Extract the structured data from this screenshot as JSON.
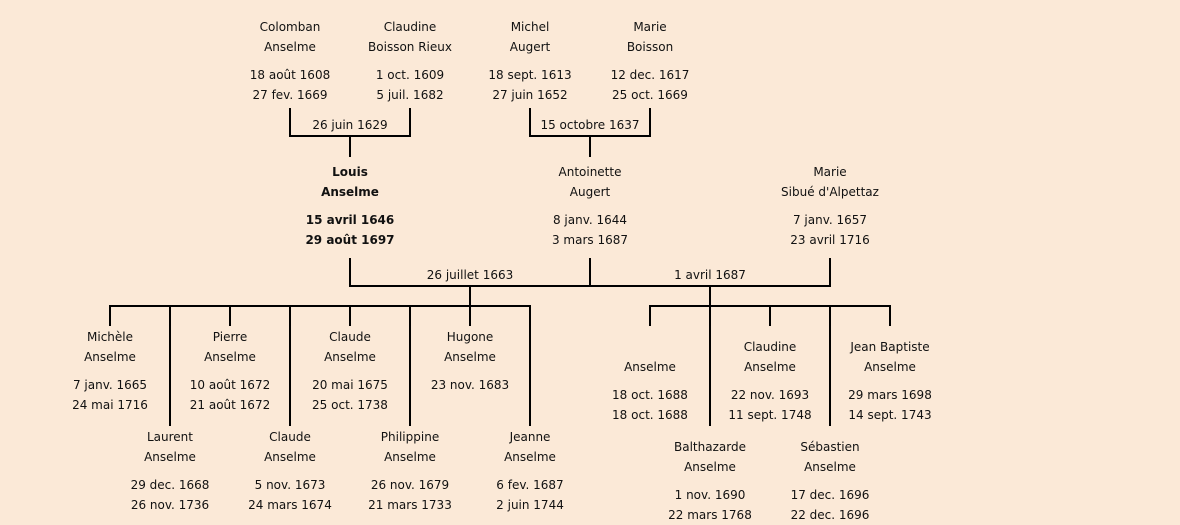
{
  "grandparents": [
    {
      "first": "Colomban",
      "last": "Anselme",
      "birth": "18 août 1608",
      "death": "27 fev. 1669"
    },
    {
      "first": "Claudine",
      "last": "Boisson Rieux",
      "birth": "1 oct. 1609",
      "death": "5 juil. 1682"
    },
    {
      "first": "Michel",
      "last": "Augert",
      "birth": "18 sept. 1613",
      "death": "27 juin 1652"
    },
    {
      "first": "Marie",
      "last": "Boisson",
      "birth": "12 dec. 1617",
      "death": "25 oct. 1669"
    }
  ],
  "grandparent_marriages": [
    "26 juin 1629",
    "15 octobre 1637"
  ],
  "parents": [
    {
      "first": "Louis",
      "last": "Anselme",
      "birth": "15 avril 1646",
      "death": "29 août 1697"
    },
    {
      "first": "Antoinette",
      "last": "Augert",
      "birth": "8 janv. 1644",
      "death": "3 mars 1687"
    },
    {
      "first": "Marie",
      "last": "Sibué d'Alpettaz",
      "birth": "7 janv. 1657",
      "death": "23 avril 1716"
    }
  ],
  "parent_marriages": [
    "26 juillet 1663",
    "1 avril 1687"
  ],
  "children_first": [
    {
      "first": "Michèle",
      "last": "Anselme",
      "birth": "7 janv. 1665",
      "death": "24 mai 1716"
    },
    {
      "first": "Laurent",
      "last": "Anselme",
      "birth": "29 dec. 1668",
      "death": "26 nov. 1736"
    },
    {
      "first": "Pierre",
      "last": "Anselme",
      "birth": "10 août 1672",
      "death": "21 août 1672"
    },
    {
      "first": "Claude",
      "last": "Anselme",
      "birth": "5 nov. 1673",
      "death": "24 mars 1674"
    },
    {
      "first": "Claude",
      "last": "Anselme",
      "birth": "20 mai 1675",
      "death": "25 oct. 1738"
    },
    {
      "first": "Philippine",
      "last": "Anselme",
      "birth": "26 nov. 1679",
      "death": "21 mars 1733"
    },
    {
      "first": "Hugone",
      "last": "Anselme",
      "birth": "23 nov. 1683"
    },
    {
      "first": "Jeanne",
      "last": "Anselme",
      "birth": "6 fev. 1687",
      "death": "2 juin 1744"
    }
  ],
  "children_second": [
    {
      "last": "Anselme",
      "birth": "18 oct. 1688",
      "death": "18 oct. 1688"
    },
    {
      "first": "Balthazarde",
      "last": "Anselme",
      "birth": "1 nov. 1690",
      "death": "22 mars 1768"
    },
    {
      "first": "Claudine",
      "last": "Anselme",
      "birth": "22 nov. 1693",
      "death": "11 sept. 1748"
    },
    {
      "first": "Sébastien",
      "last": "Anselme",
      "birth": "17 dec. 1696",
      "death": "22 dec. 1696"
    },
    {
      "first": "Jean Baptiste",
      "last": "Anselme",
      "birth": "29 mars 1698",
      "death": "14 sept. 1743"
    }
  ]
}
